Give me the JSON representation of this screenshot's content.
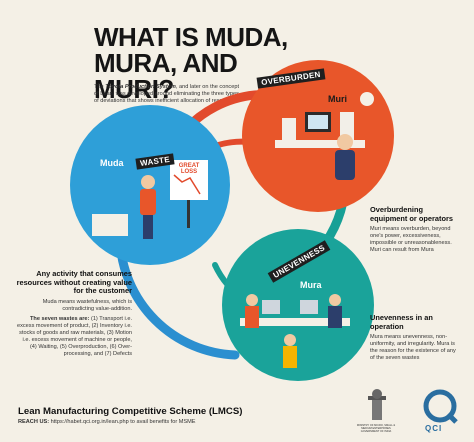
{
  "header": {
    "title": "WHAT IS MUDA, MURA, AND MURI?",
    "intro_prefix": "The ",
    "intro_emphasis": "Toyota Production System",
    "intro_rest": ", and later on the concept of Lean, was developed around eliminating the three types of deviations that shows inefficient allocation of resources"
  },
  "muda": {
    "circle_label": "Muda",
    "tag": "WASTE",
    "board_text": "GREAT LOSS",
    "heading": "Any activity that consumes resources without creating value for the customer",
    "description": "Muda means wastefulness, which is contradicting value-addition.",
    "wastes_lead": "The seven wastes are:",
    "wastes_list": " (1) Transport i.e. excess movement of product, (2) Inventory i.e. stocks of goods and raw materials, (3) Motion i.e. excess movement of machine or people, (4) Waiting, (5) Overproduction, (6) Over-processing, and (7) Defects"
  },
  "muri": {
    "circle_label": "Muri",
    "tag": "OVERBURDEN",
    "heading": "Overburdening equipment or operators",
    "description": "Muri means overburden, beyond one's power, excessiveness, impossible or unreasonableness. Muri can result from Mura"
  },
  "mura": {
    "circle_label": "Mura",
    "tag": "UNEVENNESS",
    "heading": "Unevenness in an operation",
    "description": "Mura means unevenness, non-uniformity, and irregularity. Mura is the reason for the existence of any of the seven wastes"
  },
  "footer": {
    "title": "Lean Manufacturing Competitive Scheme (LMCS)",
    "reach_label": "REACH US:",
    "reach_text": " https://habet.qci.org.in/lean.php to avail benefits for MSME",
    "emblem_text": "MINISTRY OF MICRO, SMALL & MEDIUM ENTERPRISES GOVERNMENT OF INDIA",
    "logo_text": "QCI"
  },
  "colors": {
    "background": "#f4f0e6",
    "muri_circle": "#e8562a",
    "muda_circle": "#2e9fd8",
    "mura_circle": "#1aa39a",
    "ring_red": "#e24a2c",
    "ring_blue": "#2b8fd0",
    "ring_teal": "#17a096"
  }
}
